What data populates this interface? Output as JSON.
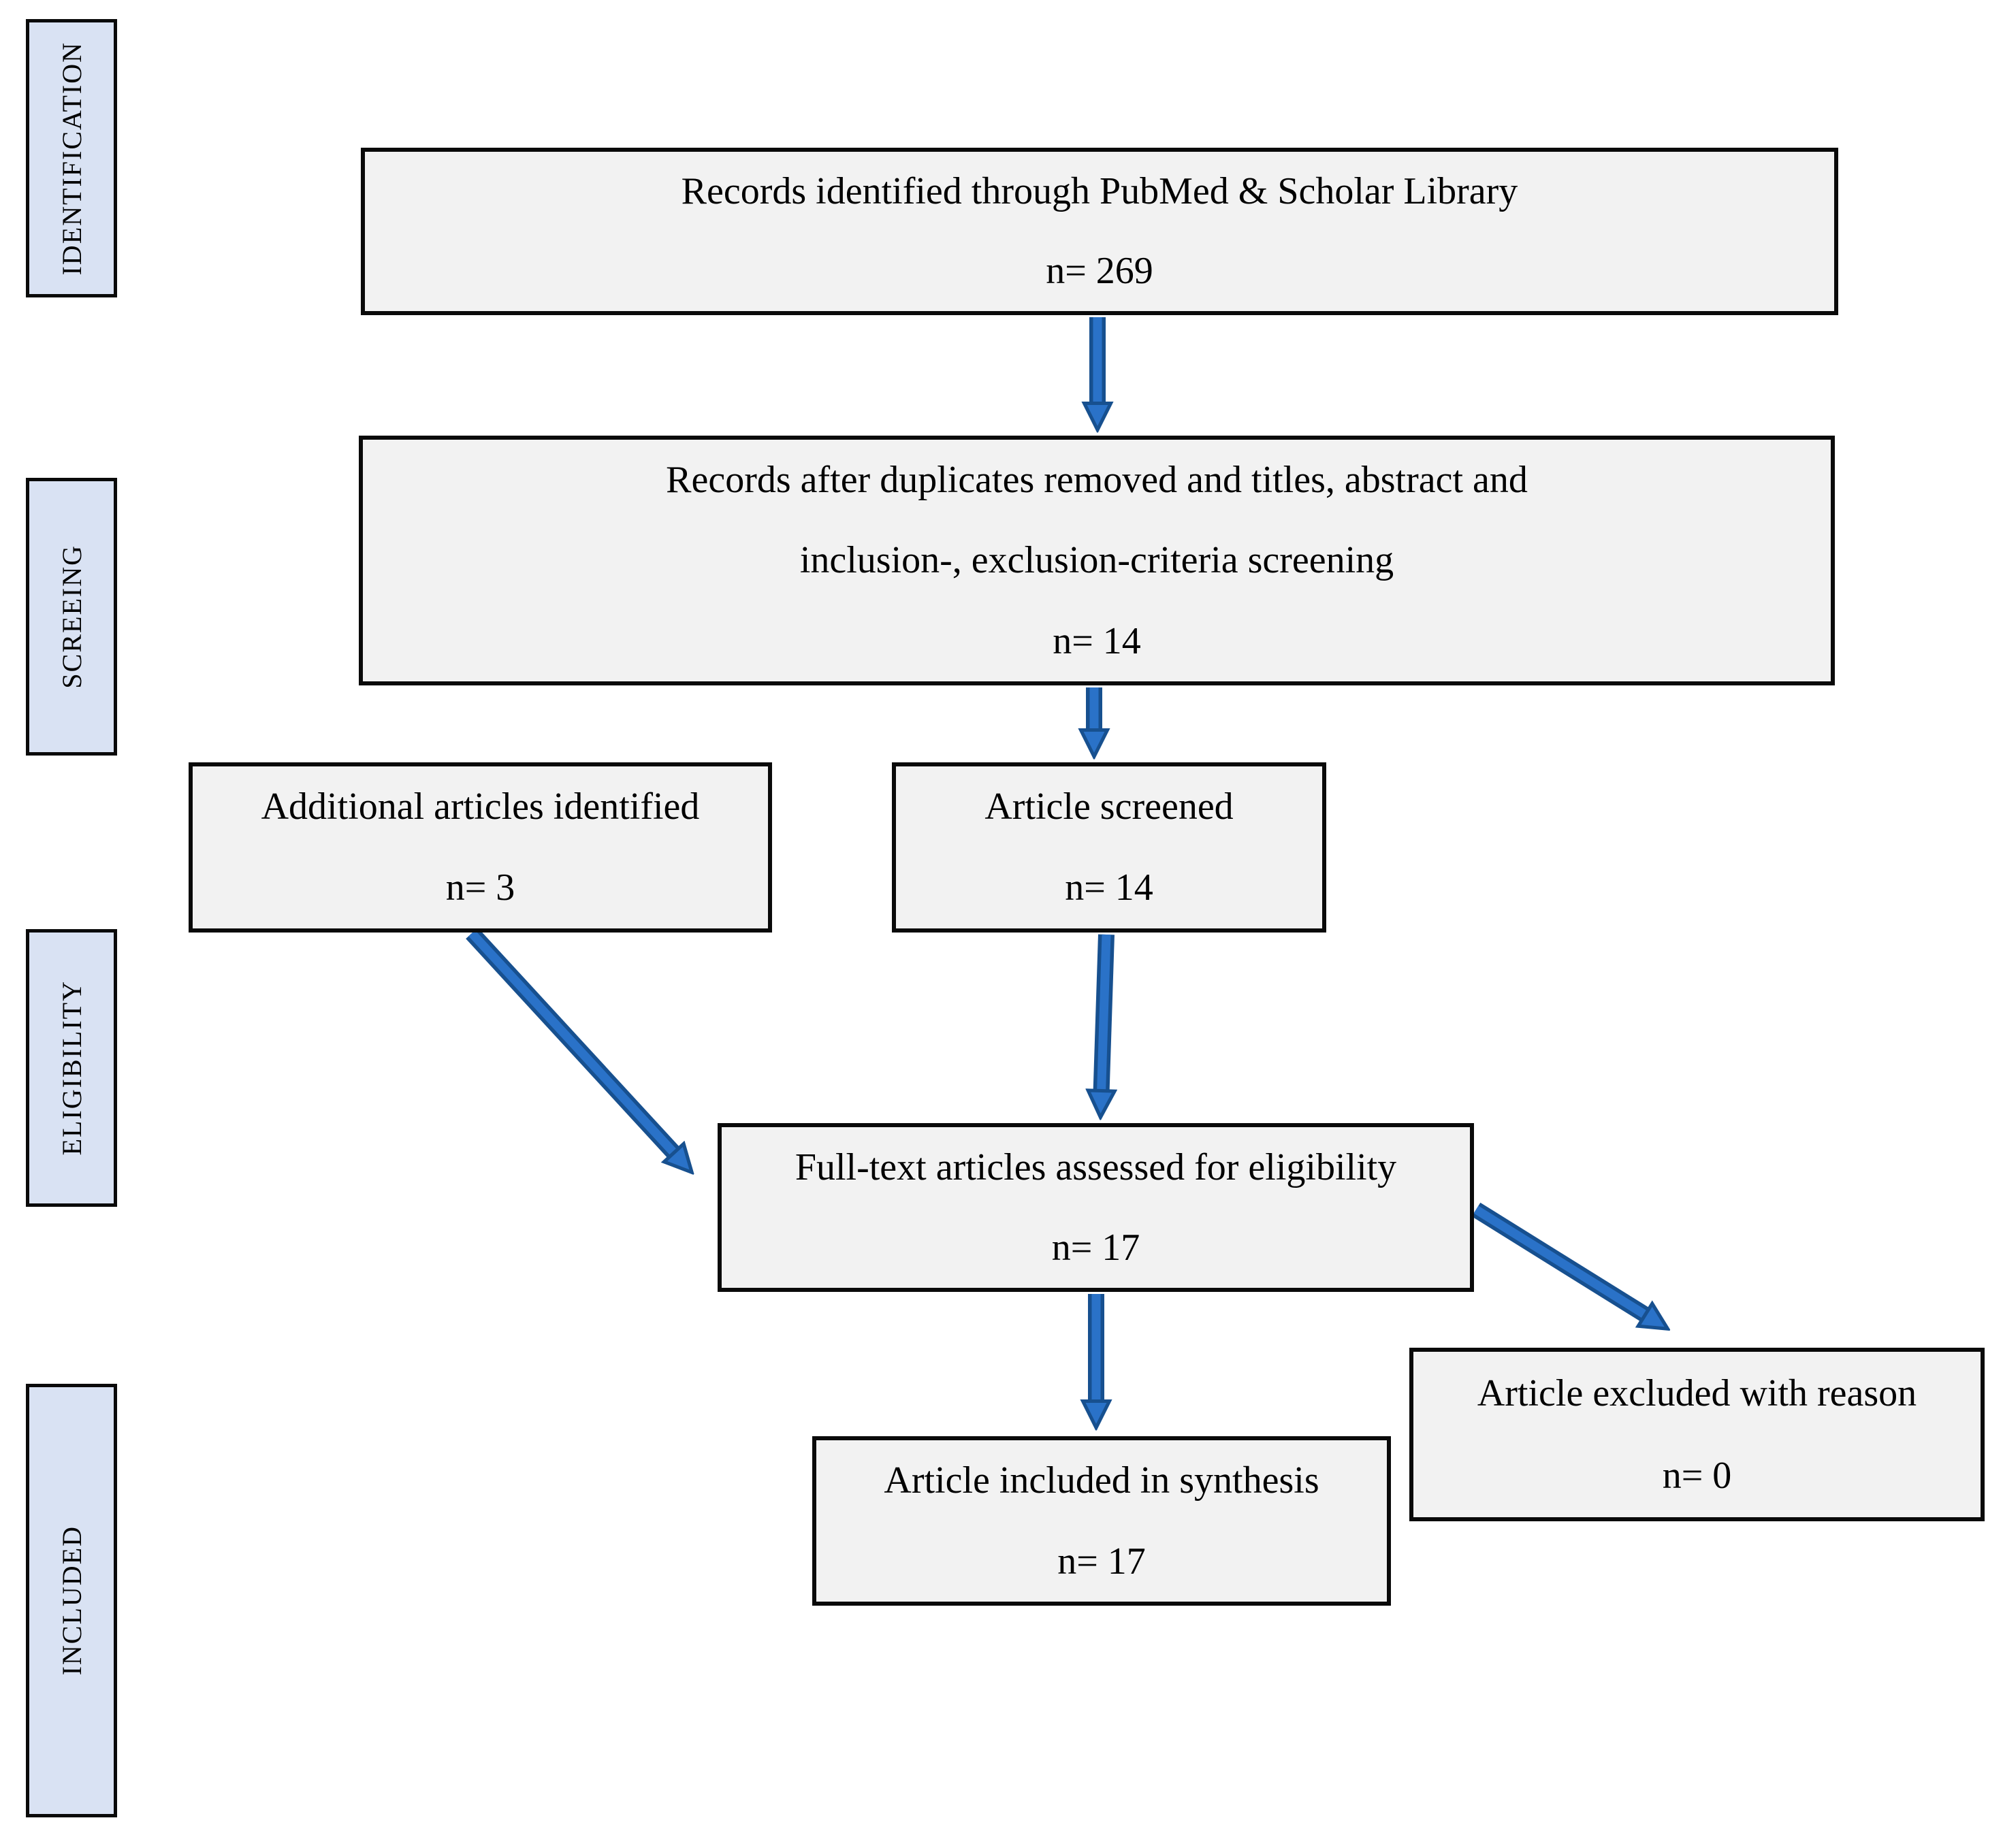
{
  "diagram": {
    "stages": [
      {
        "label": "IDENTIFICATION"
      },
      {
        "label": "SCREEING"
      },
      {
        "label": "ELIGIBILITY"
      },
      {
        "label": "INCLUDED"
      }
    ],
    "boxes": {
      "records_identified": {
        "line1": "Records identified through PubMed & Scholar Library",
        "count": "n= 269"
      },
      "records_filtered": {
        "line1": "Records after duplicates removed and titles, abstract and",
        "line2": "inclusion-, exclusion-criteria screening",
        "count": "n= 14"
      },
      "additional_articles": {
        "line1": "Additional articles identified",
        "count": "n= 3"
      },
      "articles_screened": {
        "line1": "Article screened",
        "count": "n= 14"
      },
      "fulltext_assessed": {
        "line1": "Full-text articles assessed for eligibility",
        "count": "n= 17"
      },
      "articles_excluded": {
        "line1": "Article excluded with reason",
        "count": "n= 0"
      },
      "articles_included": {
        "line1": "Article included in synthesis",
        "count": "n= 17"
      }
    },
    "colors": {
      "stage_fill": "#d9e2f3",
      "box_fill": "#f2f2f2",
      "border": "#0a0a0a",
      "arrow": "#2a72c8",
      "arrow_dark": "#17508f",
      "text": "#000000",
      "background": "#ffffff"
    }
  }
}
